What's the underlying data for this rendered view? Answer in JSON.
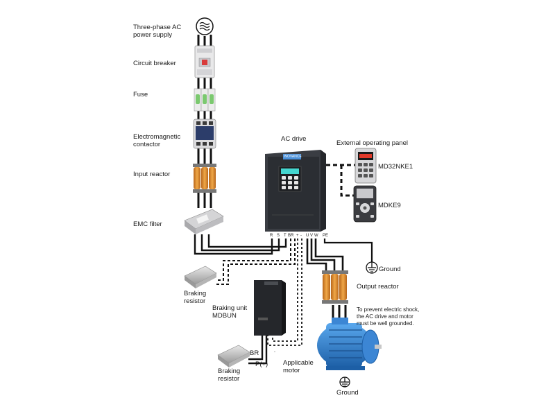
{
  "components": {
    "power_supply": {
      "label_line1": "Three-phase AC",
      "label_line2": "power supply"
    },
    "circuit_breaker": {
      "label": "Circuit breaker"
    },
    "fuse": {
      "label": "Fuse"
    },
    "contactor": {
      "label_line1": "Electromagnetic",
      "label_line2": "contactor"
    },
    "input_reactor": {
      "label": "Input reactor"
    },
    "emc_filter": {
      "label": "EMC filter"
    },
    "ac_drive": {
      "label": "AC drive",
      "brand": "INOVANCE"
    },
    "external_panel": {
      "label": "External operating panel"
    },
    "keypad_1": {
      "label": "MD32NKE1"
    },
    "keypad_2": {
      "label": "MDKE9"
    },
    "braking_resistor_top": {
      "label_line1": "Braking",
      "label_line2": "resistor"
    },
    "braking_unit": {
      "label_line1": "Braking unit",
      "label_line2": "MDBUN"
    },
    "braking_resistor_bottom": {
      "label_line1": "Braking",
      "label_line2": "resistor"
    },
    "output_reactor": {
      "label": "Output reactor"
    },
    "ground_top": {
      "label": "Ground"
    },
    "ground_bottom": {
      "label": "Ground"
    },
    "motor": {
      "label_line1": "Applicable",
      "label_line2": "motor"
    },
    "warning": {
      "line1": "To prevent electric shock,",
      "line2": "the AC drive and motor",
      "line3": "must be well grounded."
    }
  },
  "terminals": {
    "R": "R",
    "S": "S",
    "T": "T",
    "BR": "BR",
    "plus": "+",
    "minus": "-",
    "U": "U",
    "V": "V",
    "W": "W",
    "PE": "PE"
  },
  "braking_terminals": {
    "BR": "BR",
    "P": "P(+)",
    "minus": "-"
  },
  "colors": {
    "wire": "#111111",
    "reactor_coil": "#d48a2a",
    "drive_body": "#2b2e33",
    "keypad_red": "#e23a2a",
    "motor_blue": "#2a7fd0"
  }
}
